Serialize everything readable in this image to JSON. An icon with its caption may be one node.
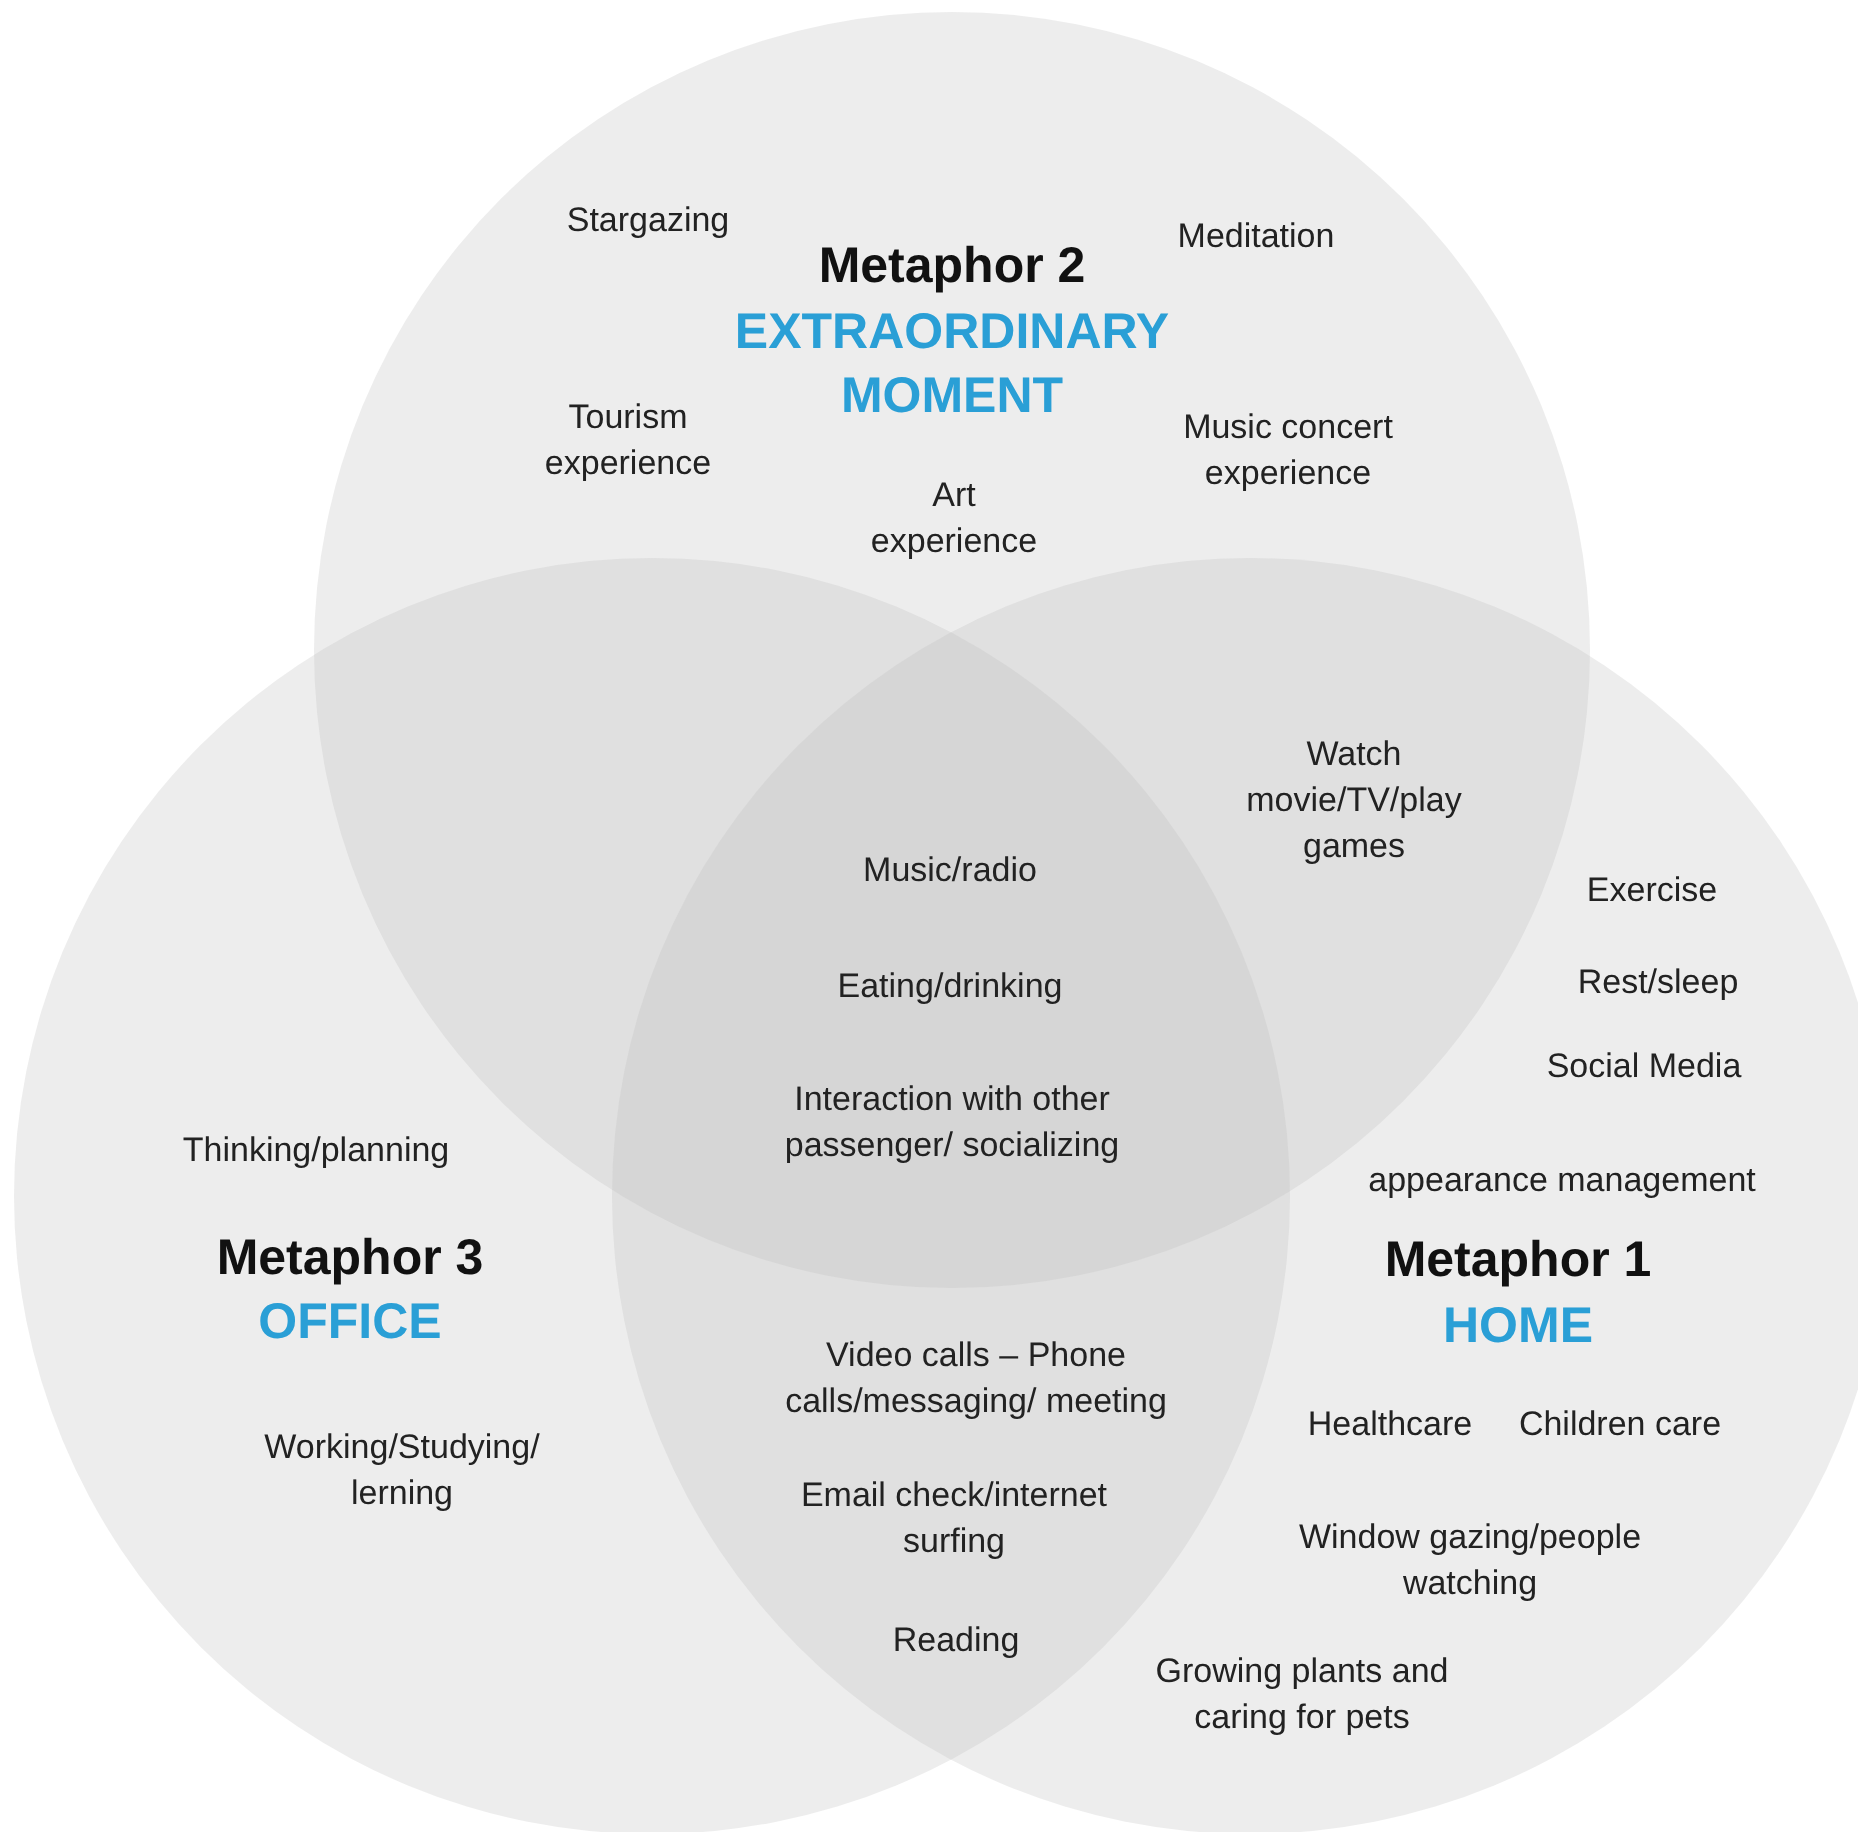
{
  "diagram": {
    "nodes": [
      {
        "text": [
          "Metaphor 2",
          "EXTRAORDINARY MOMENT"
        ]
      },
      {
        "text": [
          "Metaphor 3",
          "OFFICE"
        ]
      },
      {
        "text": [
          "Metaphor 1",
          "HOME"
        ]
      }
    ],
    "labels": [
      "Stargazing",
      "Meditation",
      "Tourism experience",
      "Music concert experience",
      "Art experience",
      "Watch movie/TV/play games",
      "Music/radio",
      "Exercise",
      "Eating/drinking",
      "Rest/sleep",
      "Social Media",
      "Interaction with other passenger/ socializing",
      "Thinking/planning",
      "appearance management",
      "Video calls – Phone calls/messaging/ meeting",
      "Healthcare",
      "Children care",
      "Working/Studying/ lerning",
      "Email check/internet surfing",
      "Window gazing/people watching",
      "Reading",
      "Growing plants and caring for pets"
    ]
  }
}
